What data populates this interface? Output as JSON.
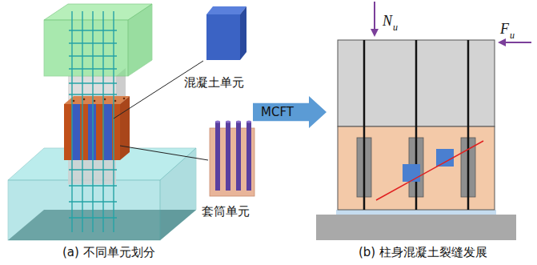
{
  "diagram": {
    "nodes": [
      {
        "text": [
          "MCFT"
        ]
      }
    ],
    "labels": [
      "混凝土单元",
      "套筒单元",
      "N",
      "u",
      "F",
      "u",
      "(a) 不同单元划分",
      "(b) 柱身混凝土裂缝发展"
    ]
  }
}
